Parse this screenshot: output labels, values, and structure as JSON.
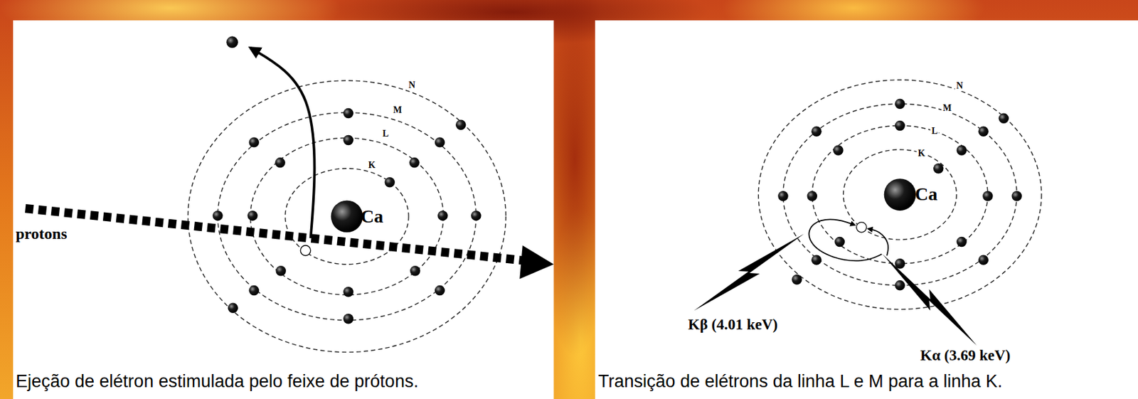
{
  "diagram": {
    "labels": [
      "protons",
      "N",
      "M",
      "L",
      "K",
      "Ca",
      "Ejeção de elétron estimulada pelo feixe de prótons.",
      "N",
      "M",
      "L",
      "K",
      "Ca",
      "Kβ (4.01 keV)",
      "Kα (3.69 keV)",
      "Transição de elétrons da linha L e M para a linha K."
    ]
  }
}
